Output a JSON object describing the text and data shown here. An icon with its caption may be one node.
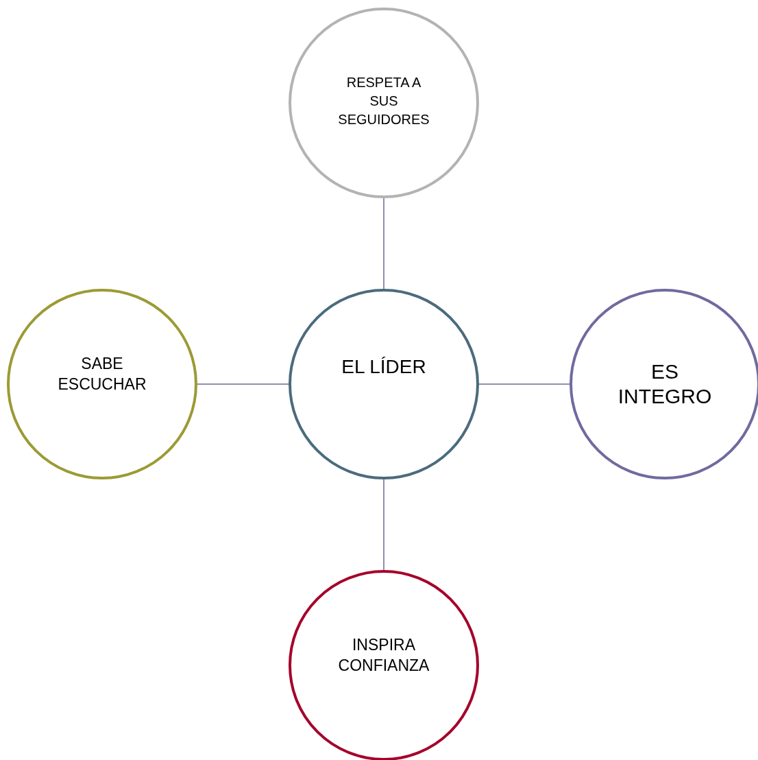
{
  "diagram": {
    "nodes": [
      {
        "text": [
          "RESPETA A SUS SEGUIDORES"
        ]
      },
      {
        "text": [
          "SABE ESCUCHAR"
        ]
      },
      {
        "text": [
          "EL LÍDER"
        ]
      },
      {
        "text": [
          "ES INTEGRO"
        ]
      },
      {
        "text": [
          "INSPIRA CONFIANZA"
        ]
      }
    ],
    "edges": [
      {
        "from": 2,
        "to": 0,
        "arrow": "none"
      },
      {
        "from": 2,
        "to": 1,
        "arrow": "none"
      },
      {
        "from": 2,
        "to": 3,
        "arrow": "none"
      },
      {
        "from": 2,
        "to": 4,
        "arrow": "none"
      }
    ]
  }
}
